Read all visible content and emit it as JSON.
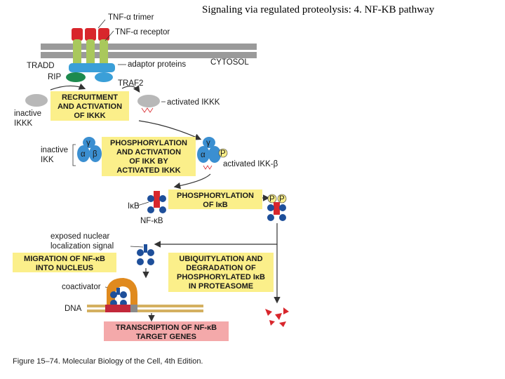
{
  "title": "Signaling via regulated proteolysis: 4. NF-KB pathway",
  "labels": {
    "tnf_trimer": "TNF-α trimer",
    "tnf_receptor": "TNF-α receptor",
    "cytosol": "CYTOSOL",
    "tradd": "TRADD",
    "adaptor_proteins": "adaptor proteins",
    "rip": "RIP",
    "traf2": "TRAF2",
    "inactive_ikkk_1": "inactive",
    "inactive_ikkk_2": "IKKK",
    "activated_ikkk": "activated IKKK",
    "inactive_ikk_1": "inactive",
    "inactive_ikk_2": "IKK",
    "activated_ikk": "activated IKK-β",
    "ikb": "IκB",
    "nfkb": "NF-κB",
    "exposed_nls_1": "exposed nuclear",
    "exposed_nls_2": "localization signal",
    "coactivator": "coactivator",
    "dna": "DNA",
    "gamma": "γ",
    "alpha": "α",
    "beta": "β",
    "p": "P"
  },
  "boxes": {
    "recruitment": [
      "RECRUITMENT",
      "AND ACTIVATION",
      "OF IKKK"
    ],
    "phosphorylation_ikk": [
      "PHOSPHORYLATION",
      "AND ACTIVATION",
      "OF IKK BY",
      "ACTIVATED IKKK"
    ],
    "phosphorylation_ikb": [
      "PHOSPHORYLATION",
      "OF IκB"
    ],
    "migration": [
      "MIGRATION OF NF-κB",
      "INTO NUCLEUS"
    ],
    "ubiquitylation": [
      "UBIQUITYLATION AND",
      "DEGRADATION OF",
      "PHOSPHORYLATED IκB",
      "IN PROTEASOME"
    ],
    "transcription": [
      "TRANSCRIPTION OF NF-κB",
      "TARGET GENES"
    ]
  },
  "caption": "Figure 15–74. Molecular Biology of the Cell, 4th Edition.",
  "colors": {
    "box_yellow": "#fbef8a",
    "box_pink": "#f4a9aa",
    "membrane": "#9a9a9a",
    "receptor_green": "#a9c85c",
    "tnf_red": "#d8262c",
    "adaptor_blue": "#3a9fd8",
    "rip_green": "#1d8a4e",
    "ikk_blue": "#3b8fd1",
    "nfkb_navy": "#1e4f9a",
    "coactivator_orange": "#e08a1e",
    "dna_tan": "#d4b060"
  }
}
